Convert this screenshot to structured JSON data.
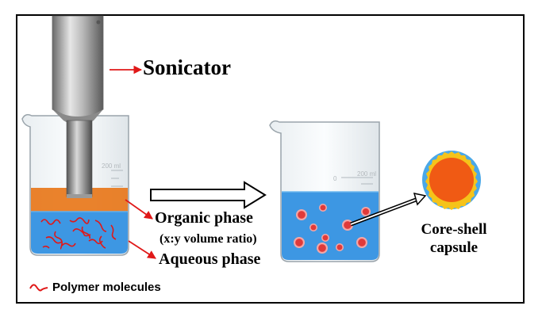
{
  "labels": {
    "sonicator": "Sonicator",
    "organic_phase": "Organic phase",
    "volume_ratio": "(x:y volume ratio)",
    "aqueous_phase": "Aqueous phase",
    "core_shell_line1": "Core-shell",
    "core_shell_line2": "capsule"
  },
  "beaker_marks": {
    "left": "200 ml",
    "right_zero": "0",
    "right_volume": "200 ml"
  },
  "legend": {
    "label": "Polymer molecules"
  },
  "colors": {
    "organic": "#e8771a",
    "aqueous": "#3d97e3",
    "polymer": "#e01818",
    "droplet_core": "#e03a3a",
    "droplet_ring": "#f2a0a0",
    "capsule_core": "#f05a14",
    "capsule_shell": "#f5c31a",
    "arrow_red": "#e01818"
  }
}
